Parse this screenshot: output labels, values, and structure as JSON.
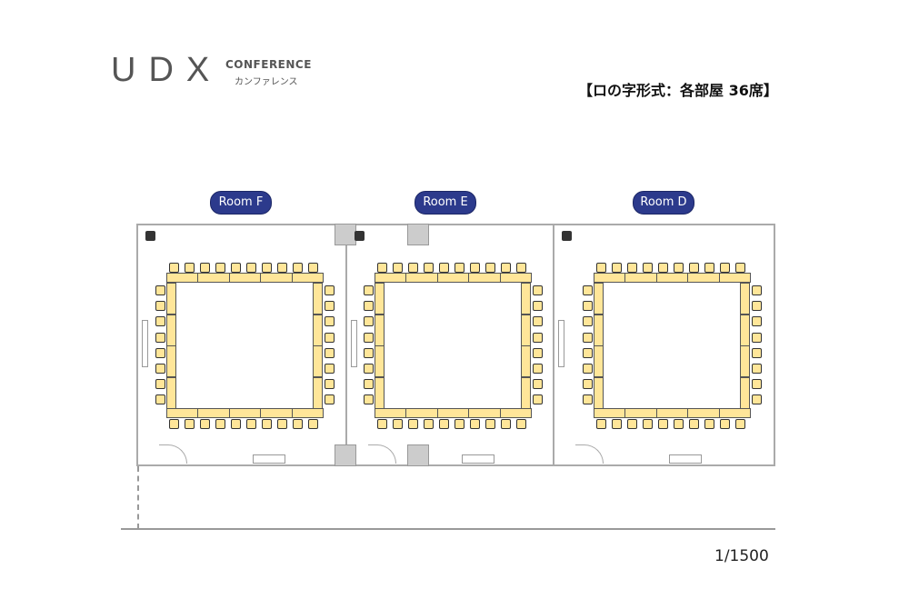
{
  "logo": {
    "main": "UDX",
    "sub": "CONFERENCE",
    "kana": "カンファレンス"
  },
  "title": "【ロの字形式：各部屋 36席】",
  "rooms": [
    {
      "label": "Room F"
    },
    {
      "label": "Room E"
    },
    {
      "label": "Room D"
    }
  ],
  "seats_per_room": 36,
  "scale": "1/1500",
  "colors": {
    "badge": "#2c3a8c",
    "table": "#ffe699"
  }
}
